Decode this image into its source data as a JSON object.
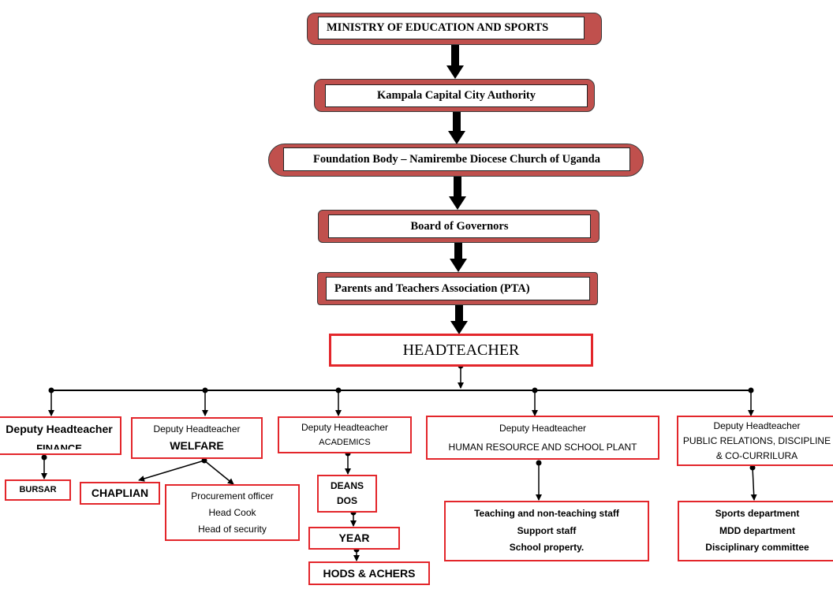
{
  "top_chain": [
    "MINISTRY OF EDUCATION AND SPORTS",
    "Kampala Capital City Authority",
    "Foundation Body – Namirembe Diocese Church of Uganda",
    "Board of Governors",
    "Parents and Teachers Association (PTA)"
  ],
  "headteacher": "HEADTEACHER",
  "deputies": {
    "finance": {
      "title": "Deputy Headteacher",
      "dept": "FINANCE"
    },
    "welfare": {
      "title": "Deputy Headteacher",
      "dept": "WELFARE"
    },
    "academics": {
      "title": "Deputy Headteacher",
      "dept": "ACADEMICS"
    },
    "hr": {
      "title": "Deputy Headteacher",
      "dept": "HUMAN RESOURCE AND SCHOOL PLANT"
    },
    "pr": {
      "title": "Deputy Headteacher",
      "dept": "PUBLIC RELATIONS, DISCIPLINE",
      "dept2": "& CO-CURRILURA"
    }
  },
  "subunits": {
    "bursar": "BURSAR",
    "chaplain": "CHAPLIAN",
    "welfare_staff": [
      "Procurement officer",
      "Head Cook",
      "Head of security"
    ],
    "deans": [
      "DEANS",
      "DOS"
    ],
    "year": "YEAR",
    "hods": "HODS & ACHERS",
    "hr_staff": [
      "Teaching and non-teaching staff",
      "Support staff",
      "School property."
    ],
    "pr_units": [
      "Sports department",
      "MDD department",
      "Disciplinary committee"
    ]
  }
}
